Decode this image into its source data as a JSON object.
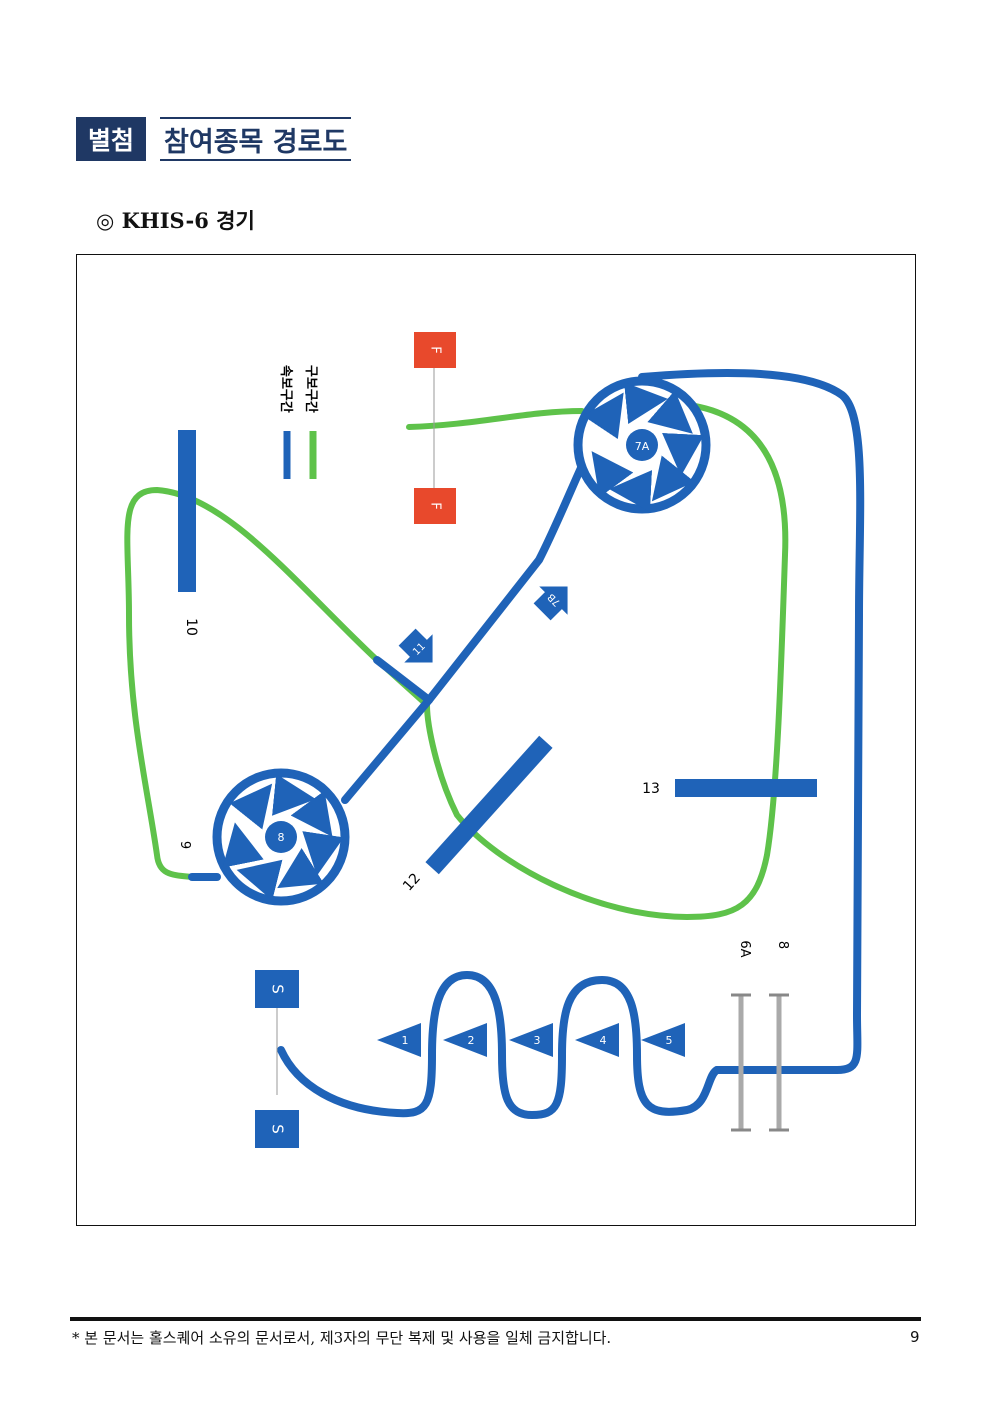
{
  "header": {
    "badge": "별첨",
    "title": "참여종목 경로도"
  },
  "subtitle": "◎ KHIS-6 경기",
  "diagram": {
    "legend": {
      "blue_label": "속보구간",
      "green_label": "구보구간"
    },
    "colors": {
      "blue": "#1f63b8",
      "green": "#5ec24a",
      "flag": "#e8492c"
    },
    "flags": [
      "F",
      "F"
    ],
    "start_markers": [
      "S",
      "S"
    ],
    "cones": [
      "1",
      "2",
      "3",
      "4",
      "5"
    ],
    "circles": [
      "7A",
      "8"
    ],
    "obstacles": [
      "10",
      "12",
      "13"
    ],
    "arrows": [
      "7B",
      "11"
    ],
    "labels": {
      "n9": "9",
      "n6a": "6A",
      "n8": "8"
    }
  },
  "footer": {
    "notice": "* 본 문서는 홀스퀘어 소유의 문서로서, 제3자의 무단 복제 및 사용을 일체 금지합니다.",
    "page": "9"
  }
}
